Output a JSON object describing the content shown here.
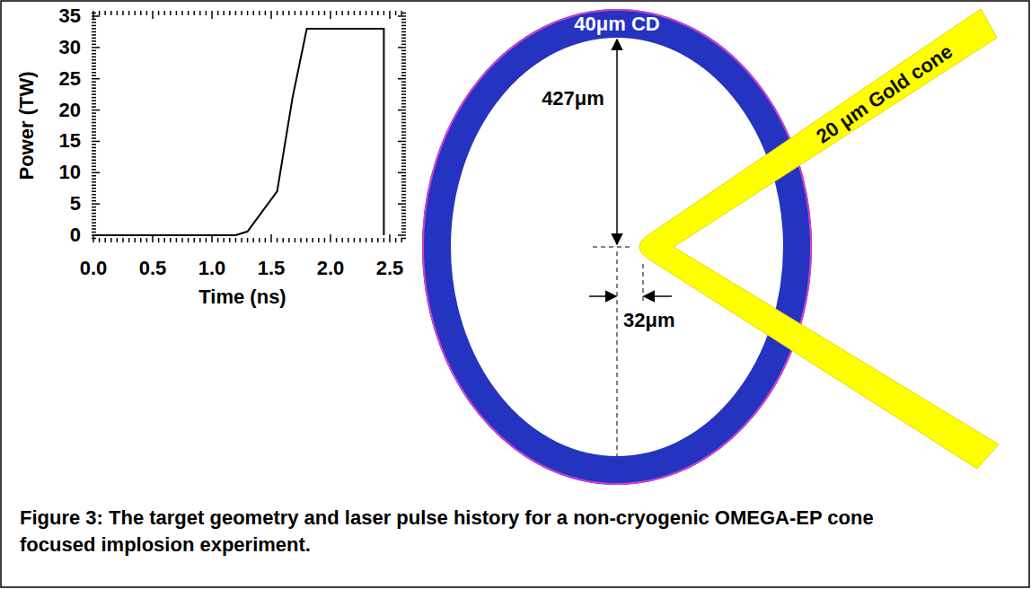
{
  "diagram": {
    "caption": "Figure 3: The target geometry and laser pulse history for a non-cryogenic OMEGA-EP cone focused implosion experiment.",
    "nodes": [
      {
        "text": [
          "40μm CD"
        ]
      },
      {
        "text": [
          "20 μm Gold cone"
        ]
      }
    ],
    "labels": [
      "35",
      "30",
      "25",
      "20",
      "15",
      "10",
      "5",
      "0",
      "0.0",
      "0.5",
      "1.0",
      "1.5",
      "2.0",
      "2.5",
      "Power (TW)",
      "Time (ns)",
      "427μm",
      "32μm"
    ]
  }
}
